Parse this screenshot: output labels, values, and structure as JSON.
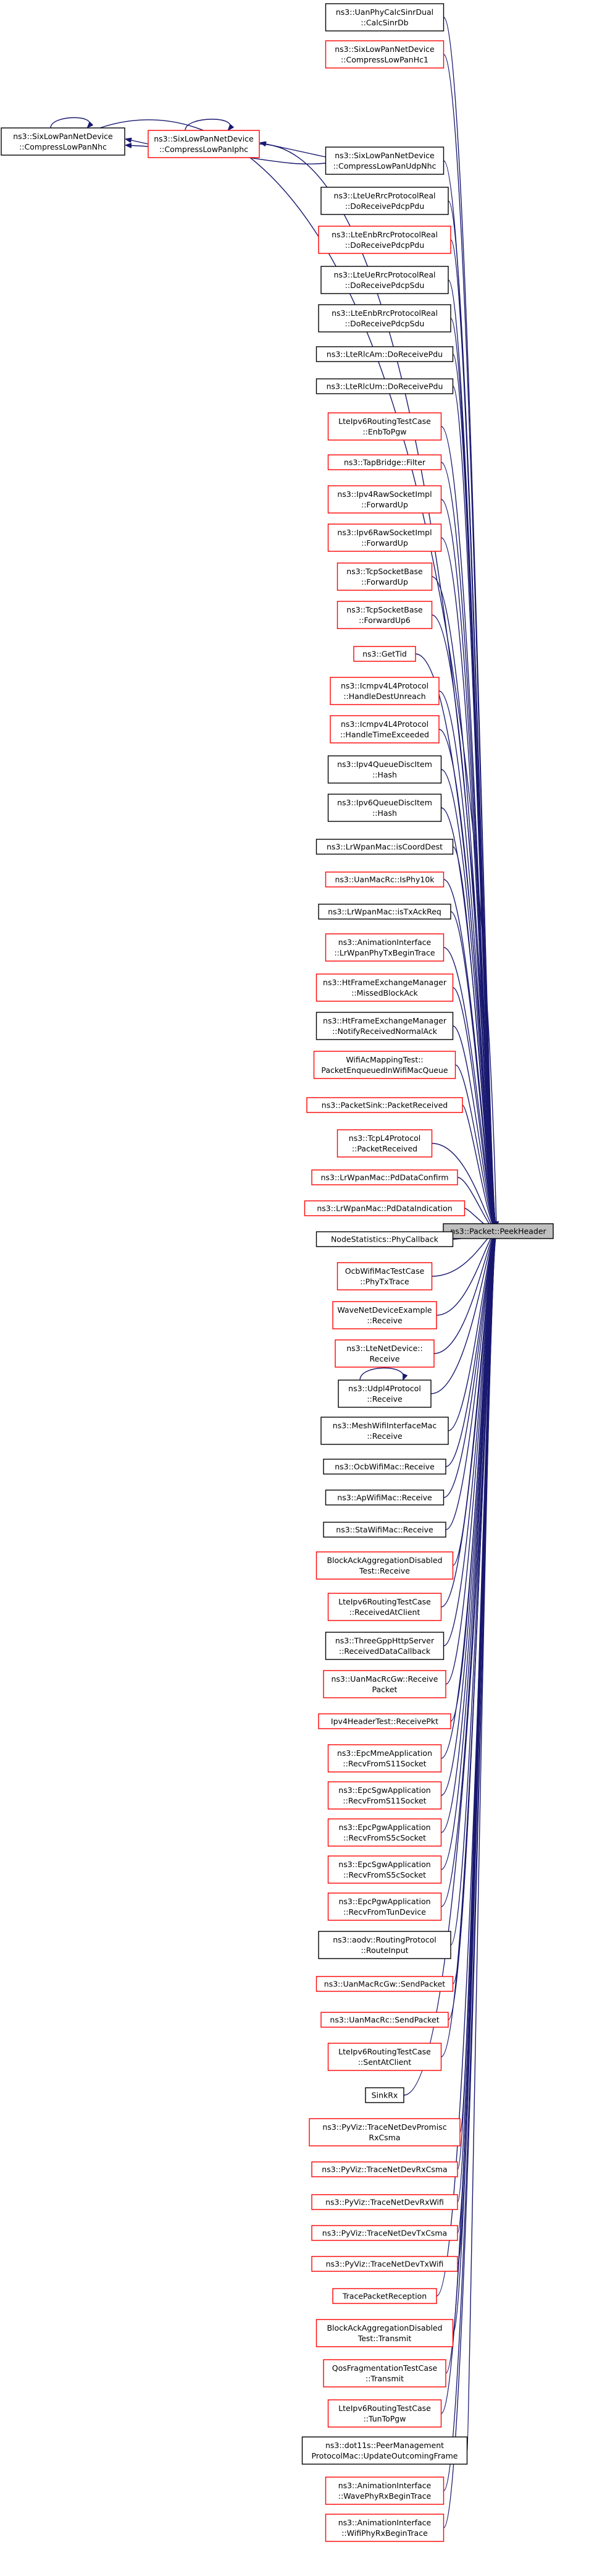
{
  "target": {
    "label": [
      "ns3::Packet::PeekHeader"
    ]
  },
  "callers": [
    {
      "label": [
        "ns3::UanPhyCalcSinrDual",
        "::CalcSinrDb"
      ],
      "color": "black"
    },
    {
      "label": [
        "ns3::SixLowPanNetDevice",
        "::CompressLowPanHc1"
      ],
      "color": "red"
    },
    {
      "label": [
        "ns3::SixLowPanNetDevice",
        "::CompressLowPanNhc"
      ],
      "color": "black"
    },
    {
      "label": [
        "ns3::SixLowPanNetDevice",
        "::CompressLowPanIphc"
      ],
      "color": "red"
    },
    {
      "label": [
        "ns3::SixLowPanNetDevice",
        "::CompressLowPanUdpNhc"
      ],
      "color": "black"
    },
    {
      "label": [
        "ns3::LteUeRrcProtocolReal",
        "::DoReceivePdcpPdu"
      ],
      "color": "black"
    },
    {
      "label": [
        "ns3::LteEnbRrcProtocolReal",
        "::DoReceivePdcpPdu"
      ],
      "color": "red"
    },
    {
      "label": [
        "ns3::LteUeRrcProtocolReal",
        "::DoReceivePdcpSdu"
      ],
      "color": "black"
    },
    {
      "label": [
        "ns3::LteEnbRrcProtocolReal",
        "::DoReceivePdcpSdu"
      ],
      "color": "black"
    },
    {
      "label": [
        "ns3::LteRlcAm::DoReceivePdu"
      ],
      "color": "black"
    },
    {
      "label": [
        "ns3::LteRlcUm::DoReceivePdu"
      ],
      "color": "black"
    },
    {
      "label": [
        "LteIpv6RoutingTestCase",
        "::EnbToPgw"
      ],
      "color": "red"
    },
    {
      "label": [
        "ns3::TapBridge::Filter"
      ],
      "color": "red"
    },
    {
      "label": [
        "ns3::Ipv4RawSocketImpl",
        "::ForwardUp"
      ],
      "color": "red"
    },
    {
      "label": [
        "ns3::Ipv6RawSocketImpl",
        "::ForwardUp"
      ],
      "color": "red"
    },
    {
      "label": [
        "ns3::TcpSocketBase",
        "::ForwardUp"
      ],
      "color": "red"
    },
    {
      "label": [
        "ns3::TcpSocketBase",
        "::ForwardUp6"
      ],
      "color": "red"
    },
    {
      "label": [
        "ns3::GetTid"
      ],
      "color": "red"
    },
    {
      "label": [
        "ns3::Icmpv4L4Protocol",
        "::HandleDestUnreach"
      ],
      "color": "red"
    },
    {
      "label": [
        "ns3::Icmpv4L4Protocol",
        "::HandleTimeExceeded"
      ],
      "color": "red"
    },
    {
      "label": [
        "ns3::Ipv4QueueDiscItem",
        "::Hash"
      ],
      "color": "black"
    },
    {
      "label": [
        "ns3::Ipv6QueueDiscItem",
        "::Hash"
      ],
      "color": "black"
    },
    {
      "label": [
        "ns3::LrWpanMac::isCoordDest"
      ],
      "color": "black"
    },
    {
      "label": [
        "ns3::UanMacRc::IsPhy10k"
      ],
      "color": "red"
    },
    {
      "label": [
        "ns3::LrWpanMac::isTxAckReq"
      ],
      "color": "black"
    },
    {
      "label": [
        "ns3::AnimationInterface",
        "::LrWpanPhyTxBeginTrace"
      ],
      "color": "red"
    },
    {
      "label": [
        "ns3::HtFrameExchangeManager",
        "::MissedBlockAck"
      ],
      "color": "red"
    },
    {
      "label": [
        "ns3::HtFrameExchangeManager",
        "::NotifyReceivedNormalAck"
      ],
      "color": "black"
    },
    {
      "label": [
        "WifiAcMappingTest::",
        "PacketEnqueuedInWifiMacQueue"
      ],
      "color": "red"
    },
    {
      "label": [
        "ns3::PacketSink::PacketReceived"
      ],
      "color": "red"
    },
    {
      "label": [
        "ns3::TcpL4Protocol",
        "::PacketReceived"
      ],
      "color": "red"
    },
    {
      "label": [
        "ns3::LrWpanMac::PdDataConfirm"
      ],
      "color": "red"
    },
    {
      "label": [
        "ns3::LrWpanMac::PdDataIndication"
      ],
      "color": "red"
    },
    {
      "label": [
        "NodeStatistics::PhyCallback"
      ],
      "color": "black"
    },
    {
      "label": [
        "OcbWifiMacTestCase",
        "::PhyTxTrace"
      ],
      "color": "red"
    },
    {
      "label": [
        "WaveNetDeviceExample",
        "::Receive"
      ],
      "color": "red"
    },
    {
      "label": [
        "ns3::LteNetDevice::",
        "Receive"
      ],
      "color": "red"
    },
    {
      "label": [
        "ns3::Udpl4Protocol",
        "::Receive"
      ],
      "color": "black"
    },
    {
      "label": [
        "ns3::MeshWifiInterfaceMac",
        "::Receive"
      ],
      "color": "black"
    },
    {
      "label": [
        "ns3::OcbWifiMac::Receive"
      ],
      "color": "black"
    },
    {
      "label": [
        "ns3::ApWifiMac::Receive"
      ],
      "color": "black"
    },
    {
      "label": [
        "ns3::StaWifiMac::Receive"
      ],
      "color": "black"
    },
    {
      "label": [
        "BlockAckAggregationDisabled",
        "Test::Receive"
      ],
      "color": "red"
    },
    {
      "label": [
        "LteIpv6RoutingTestCase",
        "::ReceivedAtClient"
      ],
      "color": "red"
    },
    {
      "label": [
        "ns3::ThreeGppHttpServer",
        "::ReceivedDataCallback"
      ],
      "color": "black"
    },
    {
      "label": [
        "ns3::UanMacRcGw::Receive",
        "Packet"
      ],
      "color": "red"
    },
    {
      "label": [
        "Ipv4HeaderTest::ReceivePkt"
      ],
      "color": "red"
    },
    {
      "label": [
        "ns3::EpcMmeApplication",
        "::RecvFromS11Socket"
      ],
      "color": "red"
    },
    {
      "label": [
        "ns3::EpcSgwApplication",
        "::RecvFromS11Socket"
      ],
      "color": "red"
    },
    {
      "label": [
        "ns3::EpcPgwApplication",
        "::RecvFromS5cSocket"
      ],
      "color": "red"
    },
    {
      "label": [
        "ns3::EpcSgwApplication",
        "::RecvFromS5cSocket"
      ],
      "color": "red"
    },
    {
      "label": [
        "ns3::EpcPgwApplication",
        "::RecvFromTunDevice"
      ],
      "color": "red"
    },
    {
      "label": [
        "ns3::aodv::RoutingProtocol",
        "::RouteInput"
      ],
      "color": "black"
    },
    {
      "label": [
        "ns3::UanMacRcGw::SendPacket"
      ],
      "color": "red"
    },
    {
      "label": [
        "ns3::UanMacRc::SendPacket"
      ],
      "color": "red"
    },
    {
      "label": [
        "LteIpv6RoutingTestCase",
        "::SentAtClient"
      ],
      "color": "red"
    },
    {
      "label": [
        "SinkRx"
      ],
      "color": "black"
    },
    {
      "label": [
        "ns3::PyViz::TraceNetDevPromisc",
        "RxCsma"
      ],
      "color": "red"
    },
    {
      "label": [
        "ns3::PyViz::TraceNetDevRxCsma"
      ],
      "color": "red"
    },
    {
      "label": [
        "ns3::PyViz::TraceNetDevRxWifi"
      ],
      "color": "red"
    },
    {
      "label": [
        "ns3::PyViz::TraceNetDevTxCsma"
      ],
      "color": "red"
    },
    {
      "label": [
        "ns3::PyViz::TraceNetDevTxWifi"
      ],
      "color": "red"
    },
    {
      "label": [
        "TracePacketReception"
      ],
      "color": "red"
    },
    {
      "label": [
        "BlockAckAggregationDisabled",
        "Test::Transmit"
      ],
      "color": "red"
    },
    {
      "label": [
        "QosFragmentationTestCase",
        "::Transmit"
      ],
      "color": "red"
    },
    {
      "label": [
        "LteIpv6RoutingTestCase",
        "::TunToPgw"
      ],
      "color": "red"
    },
    {
      "label": [
        "ns3::dot11s::PeerManagement",
        "ProtocolMac::UpdateOutcomingFrame"
      ],
      "color": "black"
    },
    {
      "label": [
        "ns3::AnimationInterface",
        "::WavePhyRxBeginTrace"
      ],
      "color": "red"
    },
    {
      "label": [
        "ns3::AnimationInterface",
        "::WifiPhyRxBeginTrace"
      ],
      "color": "red"
    }
  ]
}
